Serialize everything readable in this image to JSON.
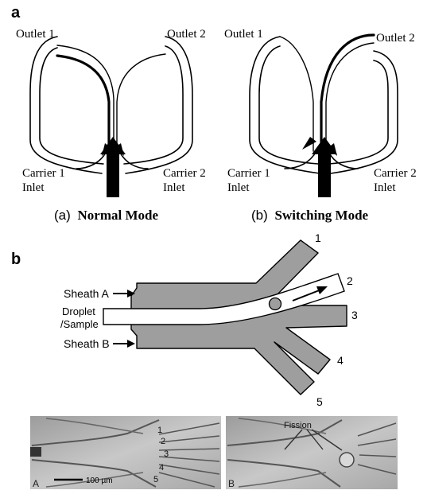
{
  "panel_a": {
    "letter": "a",
    "normal": {
      "outlet1": "Outlet 1",
      "outlet2": "Outlet 2",
      "carrier1": "Carrier 1",
      "inlet1": "Inlet",
      "carrier2": "Carrier 2",
      "inlet2": "Inlet",
      "caption_prefix": "(a)",
      "caption": "Normal Mode"
    },
    "switching": {
      "outlet1": "Outlet 1",
      "outlet2": "Outlet 2",
      "carrier1": "Carrier 1",
      "inlet1": "Inlet",
      "carrier2": "Carrier 2",
      "inlet2": "Inlet",
      "caption_prefix": "(b)",
      "caption": "Switching Mode"
    }
  },
  "panel_b": {
    "letter": "b",
    "labels": {
      "sheath_a": "Sheath A",
      "droplet": "Droplet",
      "sample": "/Sample",
      "sheath_b": "Sheath B"
    },
    "outlets": [
      "1",
      "2",
      "3",
      "4",
      "5"
    ]
  },
  "micrographs": {
    "left": {
      "letter": "A",
      "scale": "100 µm",
      "numbers": [
        "1",
        "2",
        "3",
        "4",
        "5"
      ]
    },
    "right": {
      "letter": "B",
      "label": "Fission"
    }
  },
  "colors": {
    "channel_gray": "#9e9e9e",
    "photo_bg": "#bdbdbd"
  }
}
